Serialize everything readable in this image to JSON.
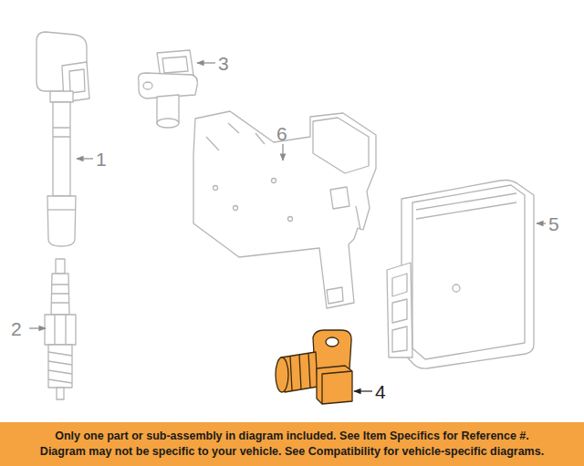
{
  "diagram": {
    "nodes": [
      {
        "text": [
          "Only one part or sub-assembly in diagram included. See Item Specifics for Reference #.",
          "Diagram may not be specific to your vehicle. See Compatibility for vehicle-specific diagrams."
        ]
      }
    ],
    "labels": [
      "1",
      "2",
      "3",
      "4",
      "5",
      "6"
    ]
  }
}
